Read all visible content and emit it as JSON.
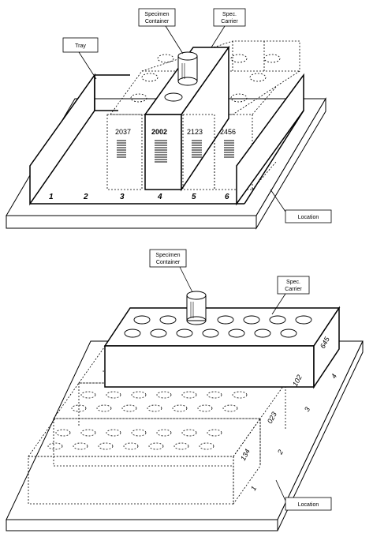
{
  "colors": {
    "line": "#000000",
    "background": "#ffffff",
    "fill": "#ffffff"
  },
  "top_figure": {
    "callouts": {
      "tray": "Tray",
      "specimen_container": [
        "Specimen",
        "Container"
      ],
      "spec_carrier": [
        "Spec.",
        "Carrier"
      ],
      "location": "Location"
    },
    "carrier_ids": [
      "2037",
      "2002",
      "2123",
      "2456"
    ],
    "slot_numbers": [
      "1",
      "2",
      "3",
      "4",
      "5",
      "6"
    ]
  },
  "bottom_figure": {
    "callouts": {
      "specimen_container": [
        "Specimen",
        "Container"
      ],
      "spec_carrier": [
        "Spec.",
        "Carrier"
      ],
      "location": "Location"
    },
    "carrier_ids": [
      "645",
      "102",
      "023",
      "134"
    ],
    "position_numbers": [
      "4",
      "3",
      "2",
      "1"
    ]
  }
}
